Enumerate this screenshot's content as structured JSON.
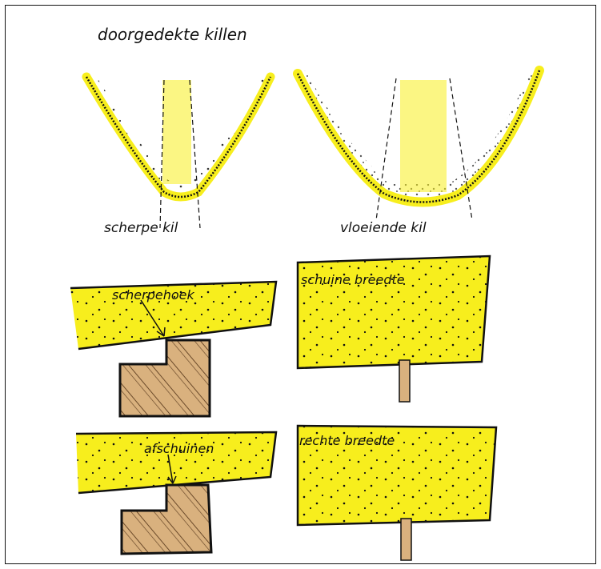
{
  "title": "doorgedekte killen",
  "labels": {
    "sharp_edge": "scherpe kil",
    "flowing_edge": "vloeiende kil",
    "sharp_corner": "scherpehoek",
    "chamfer": "afschuinen",
    "slanted_width": "schuine breedte",
    "straight_width": "rechte breedte"
  },
  "colors": {
    "ink": "#111111",
    "marker_yellow": "#f7ee1d",
    "wood": "#d9b17e",
    "wood_hatch": "#6b4a2a",
    "frame": "#111111"
  }
}
